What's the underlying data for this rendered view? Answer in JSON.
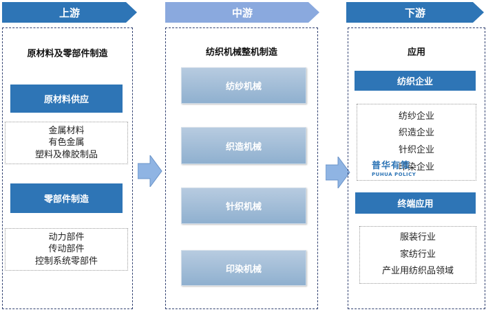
{
  "stages": {
    "upstream": "上游",
    "midstream": "中游",
    "downstream": "下游"
  },
  "upstream": {
    "title": "原材料及零部件制造",
    "raw_supply": {
      "label": "原材料供应",
      "items": [
        "金属材料",
        "有色金属",
        "塑料及橡胶制品"
      ]
    },
    "parts_mfg": {
      "label": "零部件制造",
      "items": [
        "动力部件",
        "传动部件",
        "控制系统零部件"
      ]
    }
  },
  "midstream": {
    "title": "纺织机械整机制造",
    "machines": [
      "纺纱机械",
      "织造机械",
      "针织机械",
      "印染机械"
    ]
  },
  "downstream": {
    "title": "应用",
    "textile_companies": {
      "label": "纺织企业",
      "items": [
        "纺纱企业",
        "织造企业",
        "针织企业",
        "印染企业"
      ]
    },
    "end_use": {
      "label": "终端应用",
      "items": [
        "服装行业",
        "家纺行业",
        "产业用纺织品领域"
      ]
    }
  },
  "watermark": {
    "cn": "普华有策",
    "en": "PUHUA POLICY"
  },
  "colors": {
    "primary": "#2e75b6",
    "stage_mid": "#8aa9de",
    "machine": "#9fbad6",
    "arrow": "#8fb4e3"
  }
}
